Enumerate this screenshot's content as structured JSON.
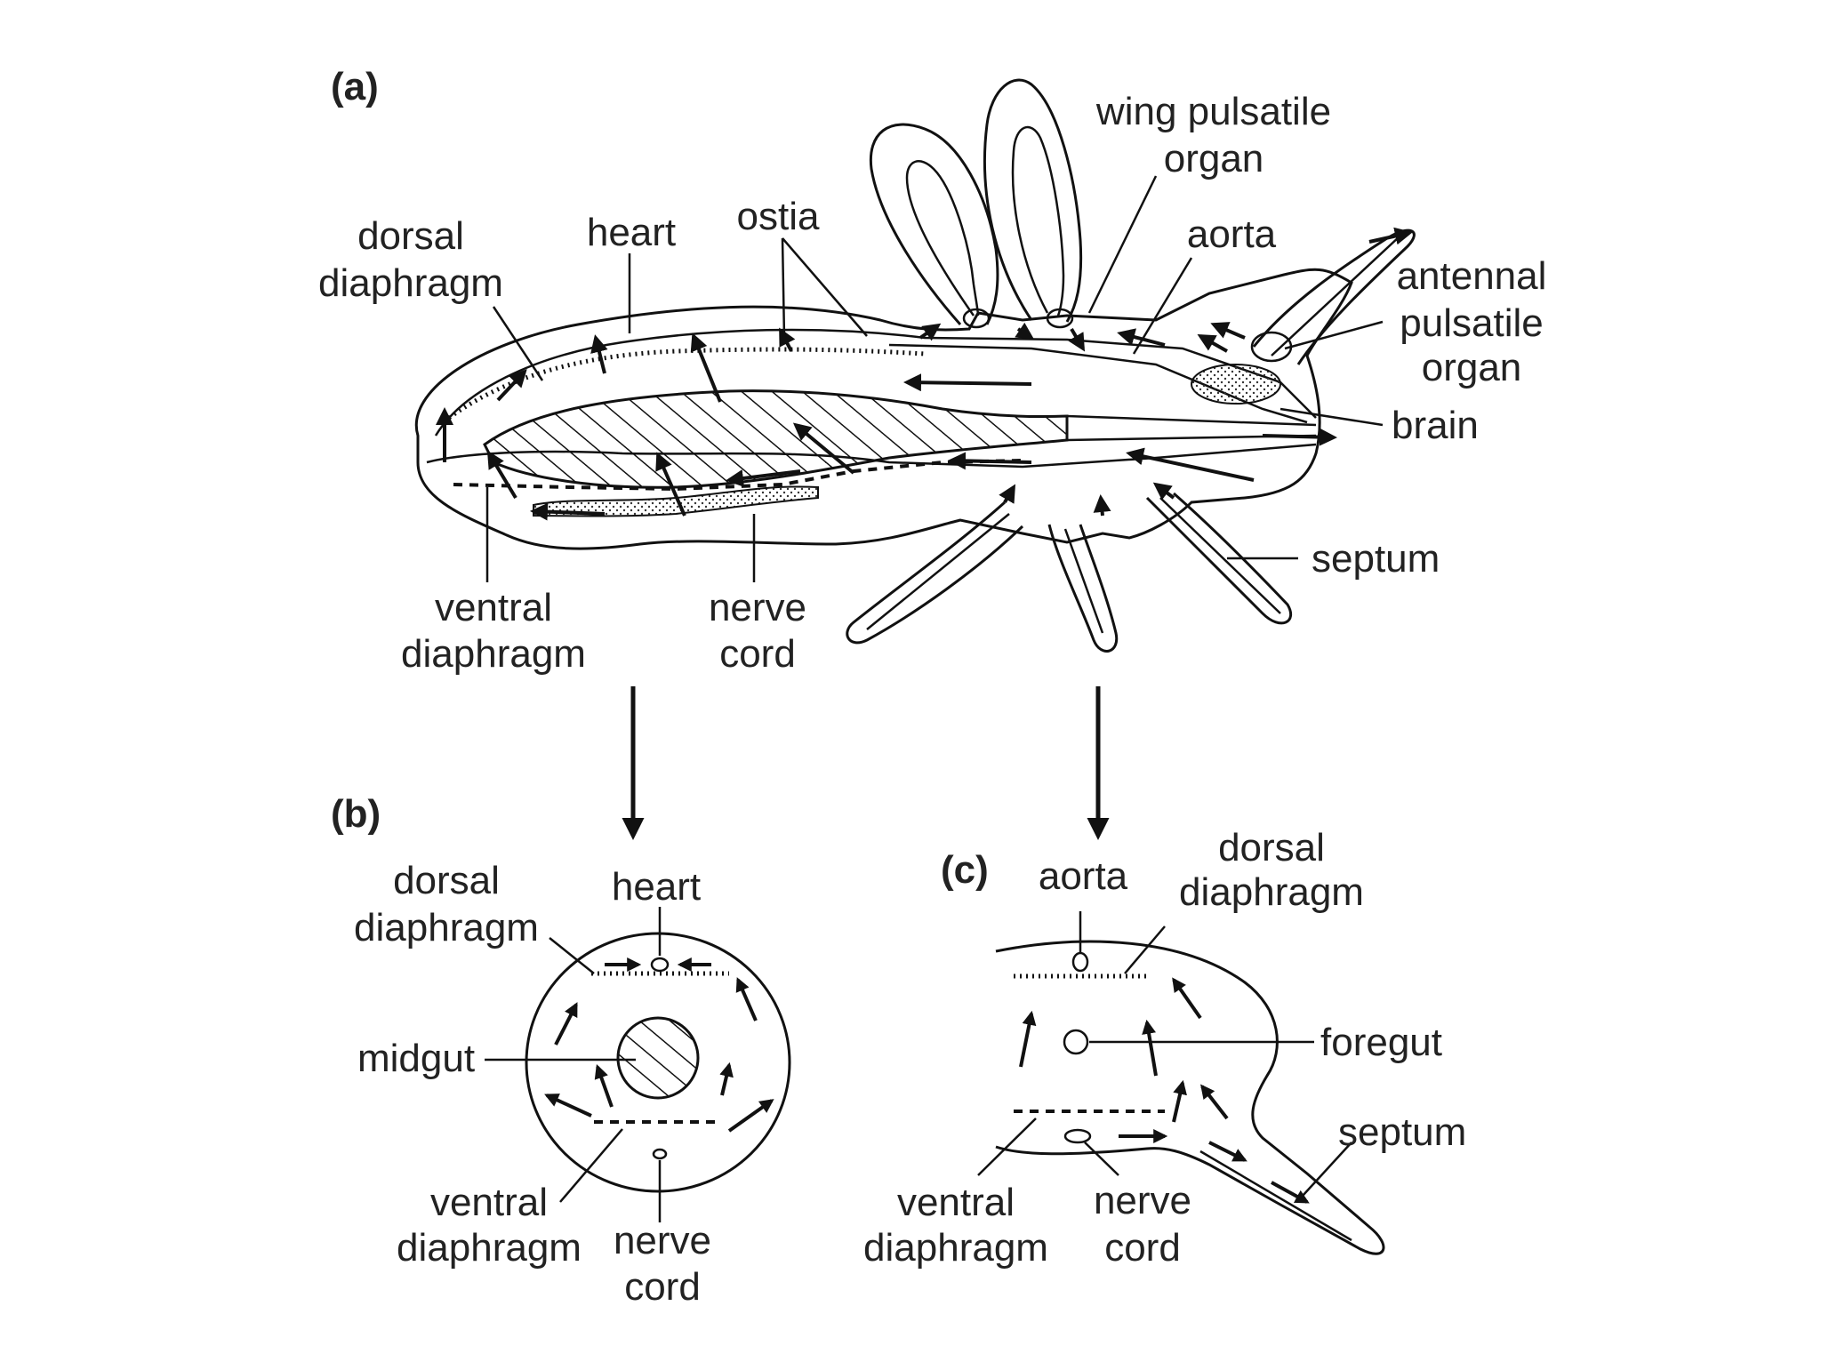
{
  "panels": {
    "a": "(a)",
    "b": "(b)",
    "c": "(c)"
  },
  "labels_a": {
    "dorsal_diaphragm": [
      "dorsal",
      "diaphragm"
    ],
    "heart": "heart",
    "ostia": "ostia",
    "wing_pulsatile_organ": [
      "wing pulsatile",
      "organ"
    ],
    "aorta": "aorta",
    "antennal_pulsatile_organ": [
      "antennal",
      "pulsatile",
      "organ"
    ],
    "brain": "brain",
    "septum": "septum",
    "ventral_diaphragm": [
      "ventral",
      "diaphragm"
    ],
    "nerve_cord": [
      "nerve",
      "cord"
    ]
  },
  "labels_b": {
    "dorsal_diaphragm": [
      "dorsal",
      "diaphragm"
    ],
    "heart": "heart",
    "midgut": "midgut",
    "ventral_diaphragm": [
      "ventral",
      "diaphragm"
    ],
    "nerve_cord": [
      "nerve",
      "cord"
    ]
  },
  "labels_c": {
    "aorta": "aorta",
    "dorsal_diaphragm": [
      "dorsal",
      "diaphragm"
    ],
    "foregut": "foregut",
    "septum": "septum",
    "ventral_diaphragm": [
      "ventral",
      "diaphragm"
    ],
    "nerve_cord": [
      "nerve",
      "cord"
    ]
  }
}
